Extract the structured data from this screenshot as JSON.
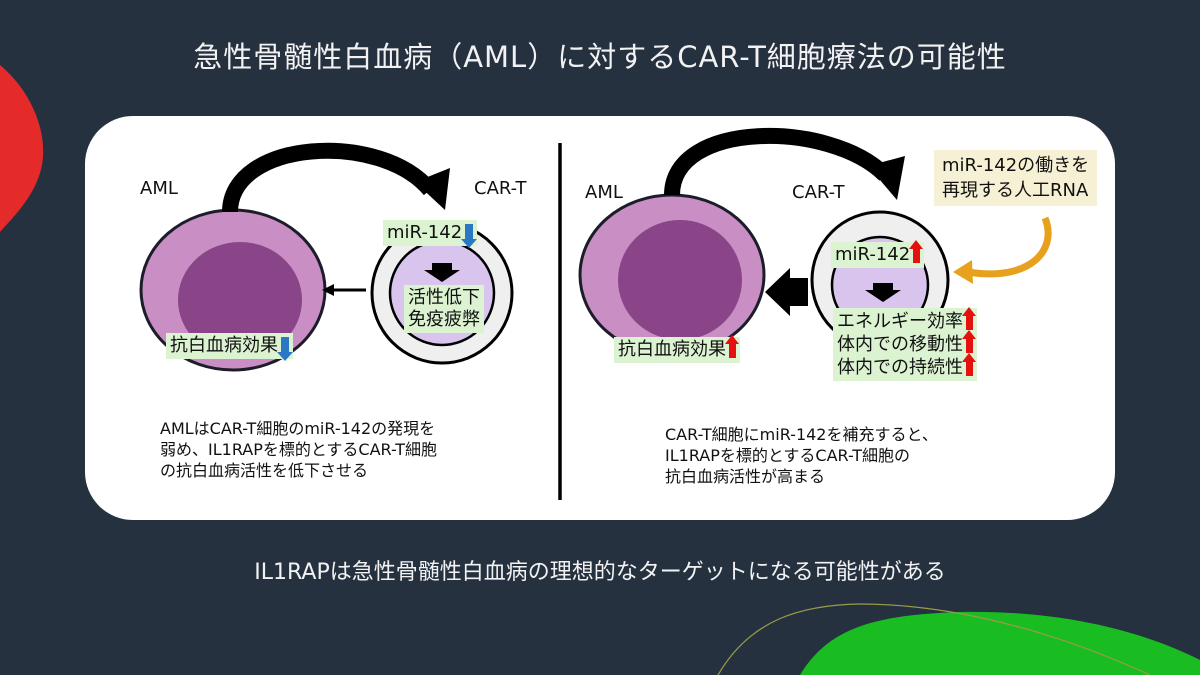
{
  "slide": {
    "title": "急性骨髄性白血病（AML）に対するCAR-T細胞療法の可能性",
    "conclusion": "IL1RAPは急性骨髄性白血病の理想的なターゲットになる可能性がある"
  },
  "left_panel": {
    "aml_label": "AML",
    "cart_label": "CAR-T",
    "mir_label": "miR-142",
    "mir_trend": "down",
    "effect_lines": [
      "活性低下",
      "免疫疲弊"
    ],
    "antileukemia_label": "抗白血病効果",
    "antileukemia_trend": "down",
    "caption": [
      "AMLはCAR-T細胞のmiR-142の発現を",
      "弱め、IL1RAPを標的とするCAR-T細胞",
      "の抗白血病活性を低下させる"
    ]
  },
  "right_panel": {
    "aml_label": "AML",
    "cart_label": "CAR-T",
    "mir_label": "miR-142",
    "mir_trend": "up",
    "artificial_rna_lines": [
      "miR-142の働きを",
      "再現する人工RNA"
    ],
    "effect_lines": [
      "エネルギー効率",
      "体内での移動性",
      "体内での持続性"
    ],
    "antileukemia_label": "抗白血病効果",
    "antileukemia_trend": "up",
    "caption": [
      "CAR-T細胞にmiR-142を補充すると、",
      "IL1RAPを標的とするCAR-T細胞の",
      "抗白血病活性が高まる"
    ]
  },
  "colors": {
    "background": "#263140",
    "down_arrow": "#2a78c4",
    "up_arrow": "#e51010",
    "label_bg": "#dcf3d2",
    "note_bg": "#f6f0d4",
    "accent_red": "#e52a2a",
    "accent_green": "#19bd22"
  }
}
